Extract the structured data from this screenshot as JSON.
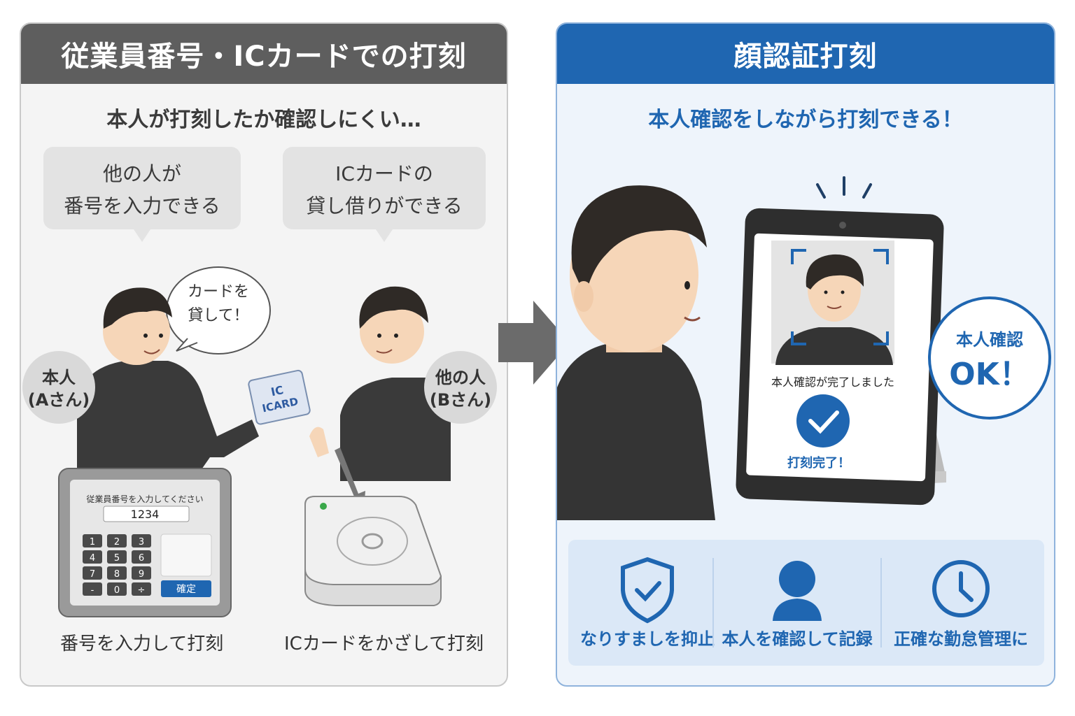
{
  "left": {
    "title": "従業員番号・ICカードでの打刻",
    "subtitle": "本人が打刻したか確認しにくい…",
    "bubble1": [
      "他の人が",
      "番号を入力できる"
    ],
    "bubble2": [
      "ICカードの",
      "貸し借りができる"
    ],
    "speech": [
      "カードを",
      "貸して！"
    ],
    "person_a": [
      "本人",
      "(Aさん)"
    ],
    "person_b": [
      "他の人",
      "(Bさん)"
    ],
    "card_text": [
      "IC",
      "ICARD"
    ],
    "terminal_prompt": "従業員番号を入力してください",
    "terminal_value": "1234",
    "keypad": [
      "1",
      "2",
      "3",
      "4",
      "5",
      "6",
      "7",
      "8",
      "9",
      "-",
      "0",
      "÷"
    ],
    "confirm_label": "確定",
    "caption1": "番号を入力して打刻",
    "caption2": "ICカードをかざして打刻"
  },
  "right": {
    "title": "顔認証打刻",
    "subtitle": "本人確認をしながら打刻できる！",
    "screen_message": "本人確認が完了しました",
    "screen_done": "打刻完了！",
    "ok_badge": [
      "本人確認",
      "OK！"
    ],
    "features": [
      {
        "icon": "shield-check-icon",
        "label": "なりすましを抑止"
      },
      {
        "icon": "person-icon",
        "label": "本人を確認して記録"
      },
      {
        "icon": "clock-icon",
        "label": "正確な勤怠管理に"
      }
    ]
  },
  "colors": {
    "blue": "#1f66b1",
    "gray_header": "#5e5e5e",
    "light_blue": "#eef4fb"
  }
}
